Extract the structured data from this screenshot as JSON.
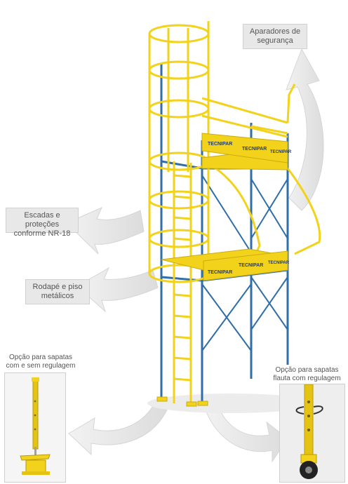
{
  "callouts": {
    "aparadores": {
      "line1": "Aparadores de",
      "line2": "segurança"
    },
    "escadas": {
      "line1": "Escadas e proteções",
      "line2": "conforme NR-18"
    },
    "rodape": {
      "line1": "Rodapé e piso",
      "line2": "metálicos"
    }
  },
  "captions": {
    "sapatas_left": {
      "line1": "Opção para sapatas",
      "line2": "com e sem regulagem"
    },
    "sapatas_right": {
      "line1": "Opção para sapatas",
      "line2": "flauta com regulagem"
    }
  },
  "brand": {
    "logo_text": "TECNIPAR"
  },
  "colors": {
    "yellow": "#f2d21b",
    "blue": "#2f6ea8",
    "arrow_gray": "#e6e6e6",
    "label_bg": "#e8e8e8"
  }
}
